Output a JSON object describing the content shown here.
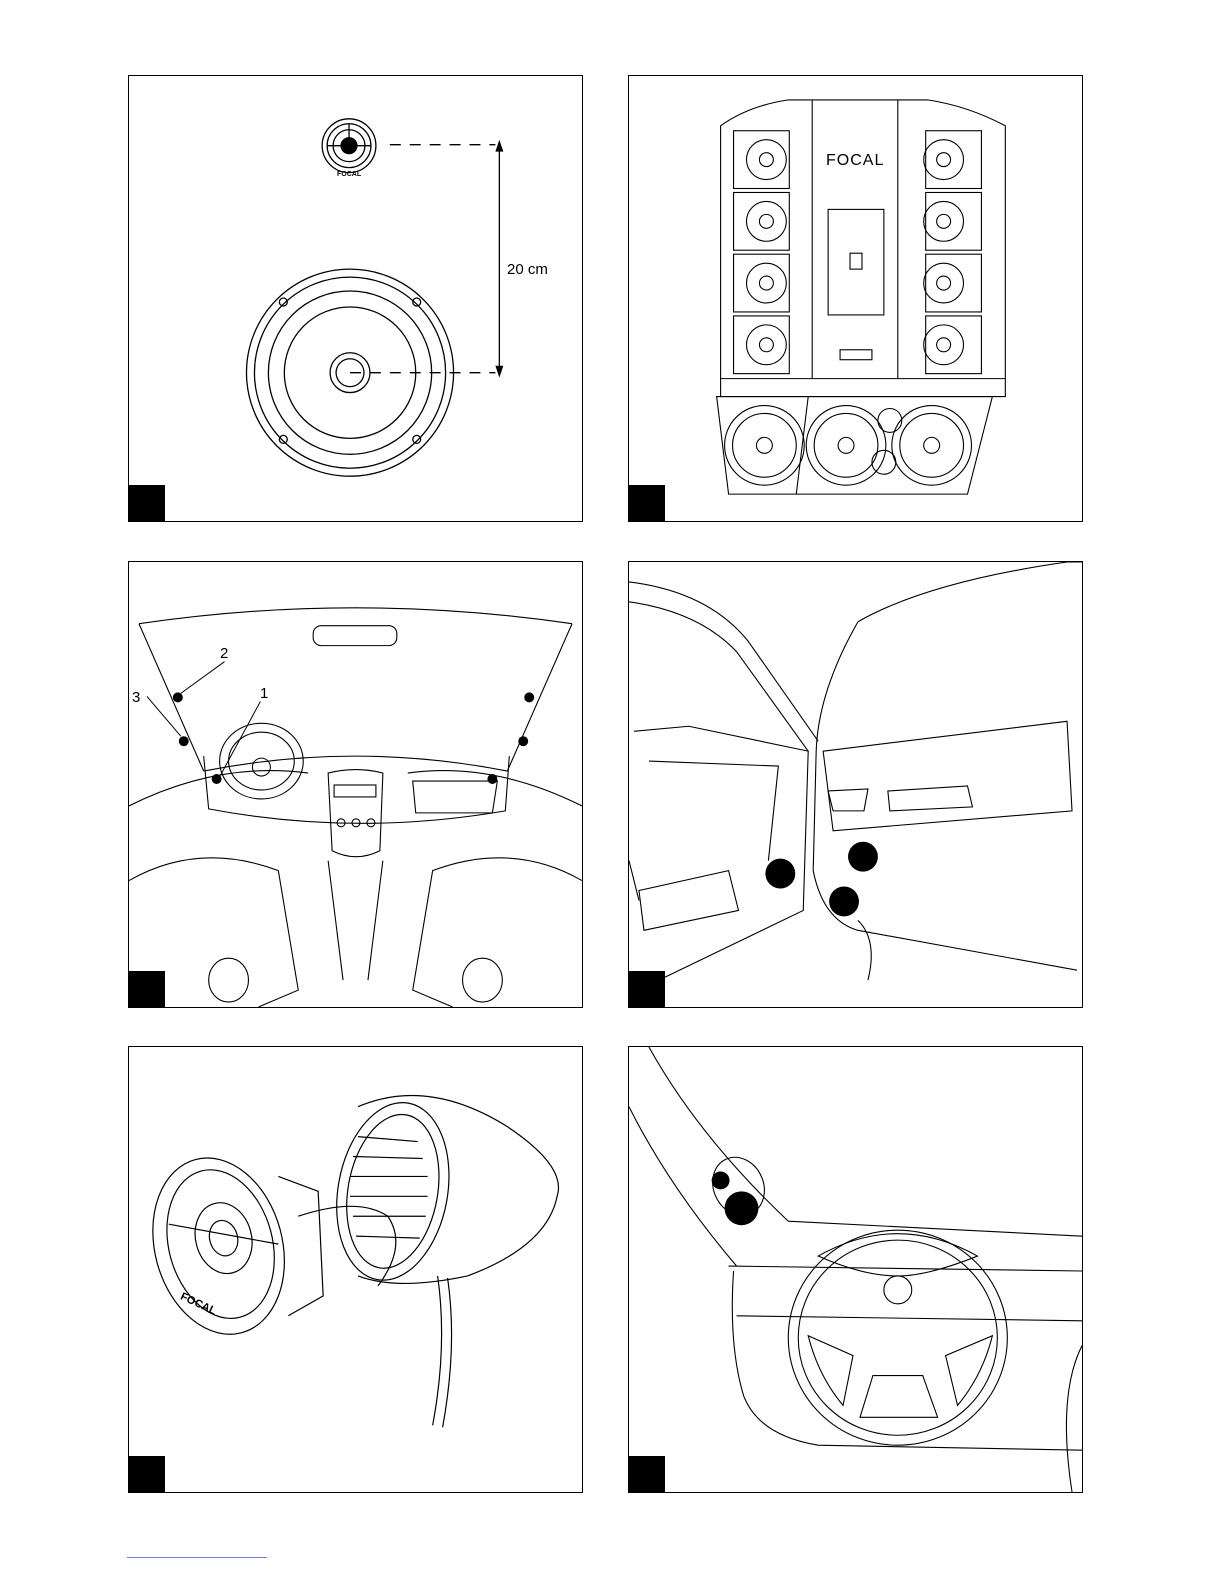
{
  "panels": {
    "p1": {
      "distance_label": "20 cm",
      "tweeter_logo": "FOCAL"
    },
    "p2": {
      "brand_logo": "FOCAL"
    },
    "p3": {
      "position_1": "1",
      "position_2": "2",
      "position_3": "3"
    },
    "p5": {
      "tweeter_logo": "FOCAL"
    }
  },
  "colors": {
    "line": "#000000",
    "background": "#ffffff",
    "footer_rule": "#6f7fd8"
  }
}
